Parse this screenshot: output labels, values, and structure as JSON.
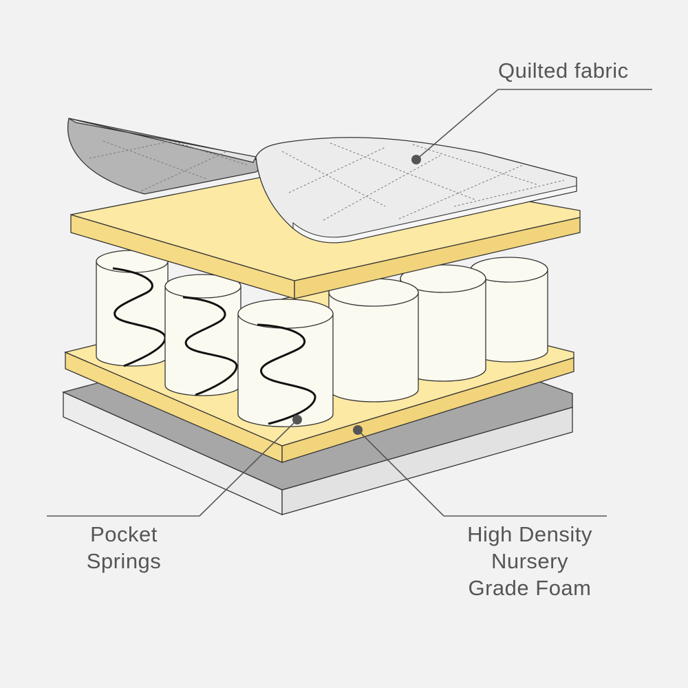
{
  "labels": {
    "quilted_fabric": "Quilted fabric",
    "pocket_springs": [
      "Pocket",
      "Springs"
    ],
    "foam": [
      "High Density",
      "Nursery",
      "Grade Foam"
    ]
  },
  "colors": {
    "background": "#f2f2f2",
    "foam": "#fbe9a4",
    "foam_edge": "#e8d07a",
    "base_top": "#a7a7a7",
    "base_side": "#eaeaea",
    "fabric_top": "#ececec",
    "fabric_under": "#b5b5b5",
    "spring_pocket": "#fbfaf0",
    "coil": "#111111",
    "leader_line": "#555555"
  }
}
